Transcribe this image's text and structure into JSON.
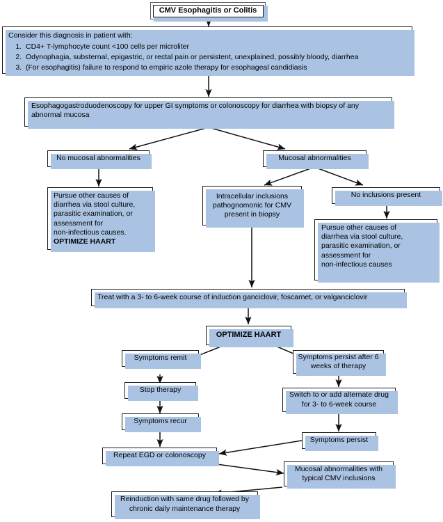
{
  "diagram": {
    "title": "CMV Esophagitis or Colitis",
    "nodes": {
      "title_box": "CMV Esophagitis or Colitis",
      "criteria_lead": "Consider this diagnosis in patient with:",
      "criteria_items": [
        "CD4+ T-lymphocyte count <100 cells per microliter",
        "Odynophagia, substernal, epigastric, or rectal pain or persistent, unexplained, possibly bloody, diarrhea",
        "(For esophagitis) failure to respond to empiric azole therapy for esophageal candidiasis"
      ],
      "endoscopy": "Esophagogastroduodenoscopy for upper GI symptoms or colonoscopy for diarrhea with biopsy of any abnormal mucosa",
      "no_mucosal_abnormalities": "No mucosal abnormalities",
      "mucosal_abnormalities": "Mucosal abnormalities",
      "pursue_other_causes_left_line1": "Pursue other causes of",
      "pursue_other_causes_left_line2": "diarrhea via stool culture,",
      "pursue_other_causes_left_line3": "parasitic examination, or",
      "pursue_other_causes_left_line4": "assessment for",
      "pursue_other_causes_left_line5": "non-infectious causes.",
      "pursue_other_causes_left_emphasis": "OPTIMIZE HAART",
      "intracellular_inclusions": "Intracellular inclusions pathognomonic for CMV present in biopsy",
      "no_inclusions_present": "No inclusions present",
      "pursue_other_causes_right_line1": "Pursue other causes of",
      "pursue_other_causes_right_line2": "diarrhea via stool culture,",
      "pursue_other_causes_right_line3": "parasitic examination, or",
      "pursue_other_causes_right_line4": "assessment for",
      "pursue_other_causes_right_line5": "non-infectious causes",
      "treat_induction": "Treat with a 3- to 6-week course of induction ganciclovir, foscarnet, or valganciclovir",
      "optimize_haart": "OPTIMIZE HAART",
      "symptoms_remit": "Symptoms remit",
      "stop_therapy": "Stop therapy",
      "symptoms_recur": "Symptoms recur",
      "repeat_egd": "Repeat EGD or colonoscopy",
      "symptoms_persist_after": "Symptoms persist after 6 weeks of therapy",
      "switch_or_add": "Switch to or add alternate drug for 3- to 6-week course",
      "symptoms_persist": "Symptoms persist",
      "mucosal_with_cmv": "Mucosal abnormalities with typical CMV inclusions",
      "reinduction": "Reinduction with same drug followed by chronic daily maintenance therapy"
    },
    "colors": {
      "box_border": "#1a1a1a",
      "box_fill": "#ffffff",
      "box_shadow": "#aac3e2",
      "arrow": "#111111",
      "page_background": "#ffffff",
      "text": "#000000"
    }
  }
}
